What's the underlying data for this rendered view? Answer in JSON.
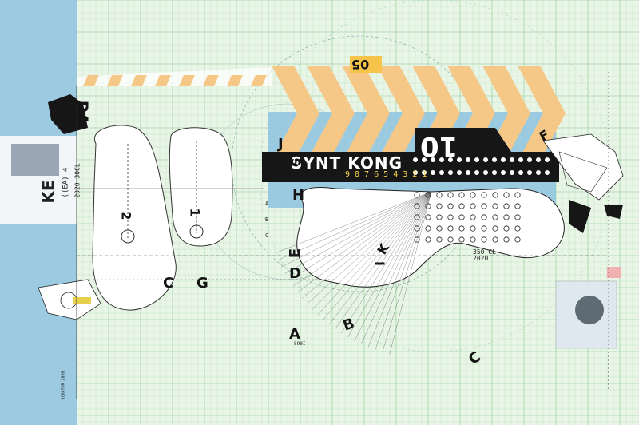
{
  "palette": {
    "paper": "#e9f5e6",
    "grid_line": "#9fd3a8",
    "grid_major": "#6fbf7f",
    "sky_blue": "#8ec3df",
    "chevron_orange": "#f6c887",
    "band_black": "#161616",
    "shape_white": "#ffffff",
    "ink": "#1a1a1a"
  },
  "top_badge": "05",
  "band_text": "SYNT KONG",
  "band_big_number": "10",
  "band_digits": "9 8 7 6 5 4 3 2 1",
  "left_logo": "P4",
  "left_title": "KE",
  "left_stamp": "((EA) 4",
  "left_small_text": "2020 30CL",
  "pod_labels": [
    "2",
    "1"
  ],
  "letters": [
    "J",
    "S",
    "H",
    "F",
    "E",
    "D",
    "C",
    "G",
    "A",
    "B",
    "C",
    "I",
    "K"
  ],
  "bottom_code": "890I",
  "right_code_top": "350 CL",
  "right_code_bottom": "2020",
  "column_labels": [
    "A",
    "B",
    "C"
  ],
  "bottom_left_text": "SCHATOR 2006"
}
